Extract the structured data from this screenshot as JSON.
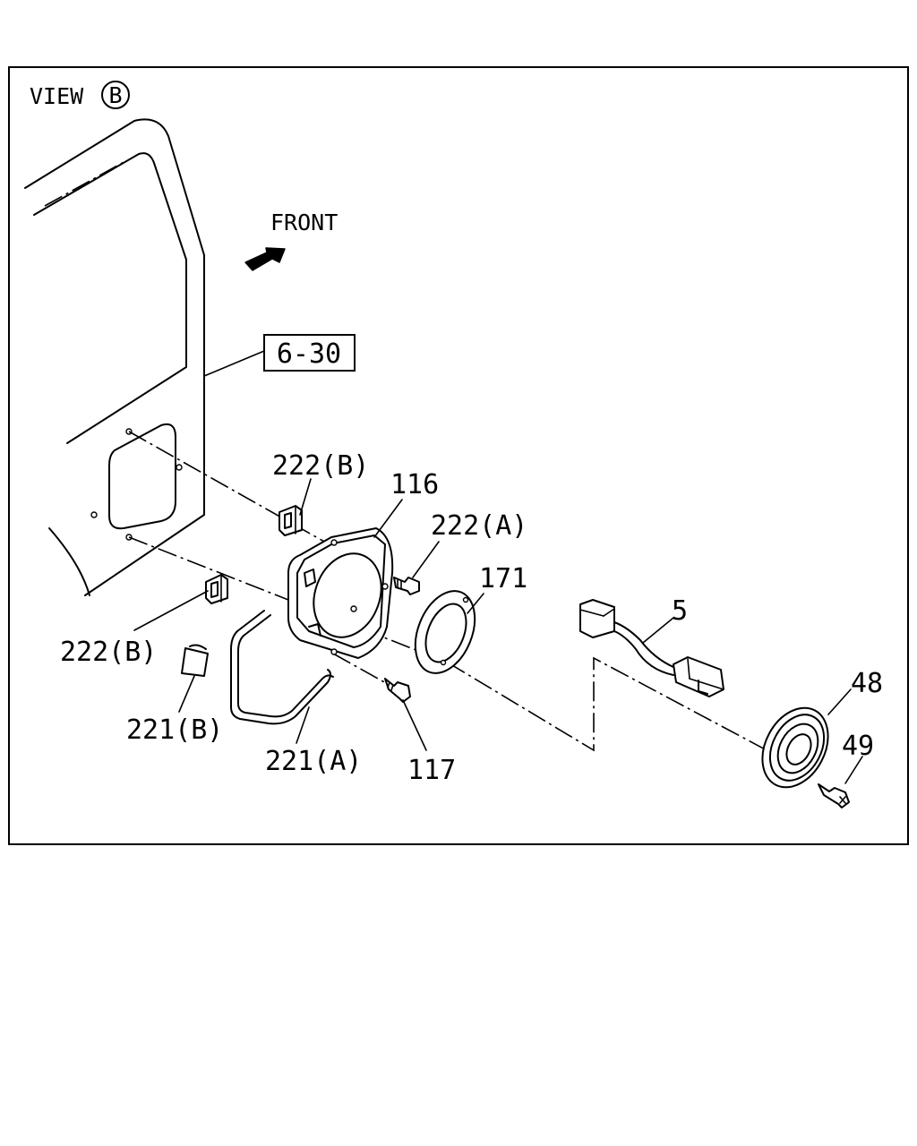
{
  "view": {
    "prefix": "VIEW",
    "letter": "B"
  },
  "direction_label": "FRONT",
  "reference_box": "6-30",
  "callouts": {
    "c222b_top": "222(B)",
    "c116": "116",
    "c222a": "222(A)",
    "c171": "171",
    "c5": "5",
    "c222b_left": "222(B)",
    "c221b": "221(B)",
    "c221a": "221(A)",
    "c117": "117",
    "c48": "48",
    "c49": "49"
  }
}
